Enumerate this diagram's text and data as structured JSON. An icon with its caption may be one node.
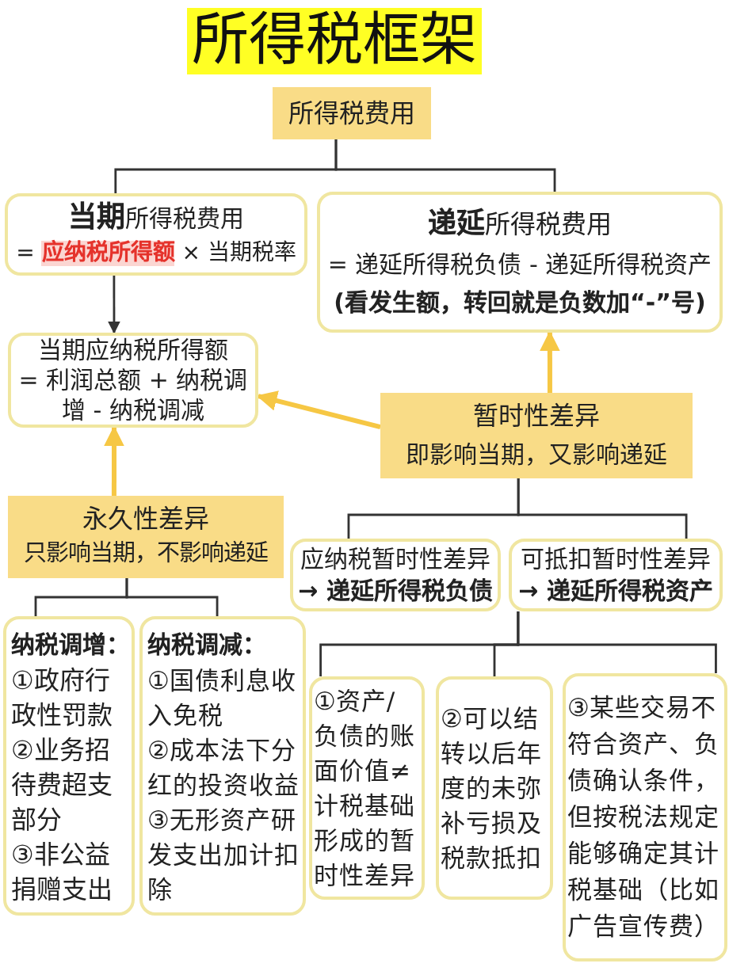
{
  "diagram": {
    "title": "所得税框架",
    "nodes": [
      {
        "text": [
          "所得税费用"
        ]
      },
      {
        "text": [
          "**当期**所得税费用",
          "= **应纳税所得额** × 当期税率"
        ]
      },
      {
        "text": [
          "**递延**所得税费用",
          "= 递延所得税负债 - 递延所得税资产",
          "(看发生额，转回就是负数加“-”号)"
        ]
      },
      {
        "text": [
          "当期应纳税所得额",
          "= 利润总额 + 纳税调增 - 纳税调减"
        ]
      },
      {
        "text": [
          "暂时性差异",
          "即影响当期，又影响递延"
        ]
      },
      {
        "text": [
          "永久性差异",
          "只影响当期，不影响递延"
        ]
      },
      {
        "text": [
          "应纳税暂时性差异",
          "→ 递延所得税负债"
        ]
      },
      {
        "text": [
          "可抵扣暂时性差异",
          "→ 递延所得税资产"
        ]
      },
      {
        "text": [
          "纳税调增：",
          "①政府行政性罚款",
          "②业务招待费超支部分",
          "③非公益捐赠支出"
        ]
      },
      {
        "text": [
          "纳税调减：",
          "①国债利息收入免税",
          "②成本法下分红的投资收益",
          "③无形资产研发支出加计扣除"
        ]
      },
      {
        "text": [
          "①资产/负债的账面价值≠计税基础形成的暂时性差异"
        ]
      },
      {
        "text": [
          "②可以结转以后年度的未弥补亏损及税款抵扣"
        ]
      },
      {
        "text": [
          "③某些交易不符合资产、负债确认条件，但按税法规定能够确定其计税基础（比如广告宣传费）"
        ]
      }
    ],
    "edges": [
      {
        "from": 0,
        "to": 1,
        "arrow": "none"
      },
      {
        "from": 0,
        "to": 2,
        "arrow": "none"
      },
      {
        "from": 1,
        "to": 3,
        "arrow": "to"
      },
      {
        "from": 4,
        "to": 2,
        "arrow": "to",
        "style": "thick",
        "color": "#f6c744"
      },
      {
        "from": 4,
        "to": 3,
        "arrow": "to",
        "style": "thick",
        "color": "#f6c744"
      },
      {
        "from": 5,
        "to": 3,
        "arrow": "to",
        "style": "thick",
        "color": "#f6c744"
      },
      {
        "from": 4,
        "to": 6,
        "arrow": "none"
      },
      {
        "from": 4,
        "to": 7,
        "arrow": "none"
      },
      {
        "from": 5,
        "to": 8,
        "arrow": "none"
      },
      {
        "from": 5,
        "to": 9,
        "arrow": "none"
      },
      {
        "from": 7,
        "to": 10,
        "arrow": "none"
      },
      {
        "from": 7,
        "to": 11,
        "arrow": "none"
      },
      {
        "from": 7,
        "to": 12,
        "arrow": "none"
      }
    ]
  }
}
